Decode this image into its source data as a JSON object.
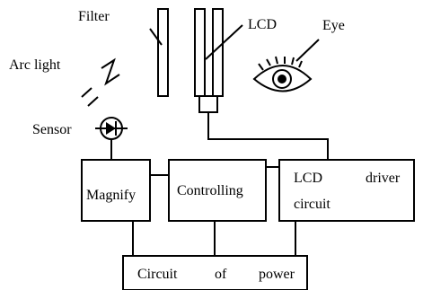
{
  "labels": {
    "filter": "Filter",
    "lcd": "LCD",
    "eye": "Eye",
    "arc_light": "Arc light",
    "sensor": "Sensor",
    "magnify": "Magnify",
    "controlling": "Controlling",
    "lcd_driver_line1_left": "LCD",
    "lcd_driver_line1_right": "driver",
    "lcd_driver_line2": "circuit",
    "power_word1": "Circuit",
    "power_word2": "of",
    "power_word3": "power"
  },
  "icons": {
    "eye": "eye-icon",
    "sensor": "photodiode-icon",
    "arc_light": "lightning-zigzag-icon"
  },
  "colors": {
    "line": "#000000",
    "background": "#ffffff"
  }
}
